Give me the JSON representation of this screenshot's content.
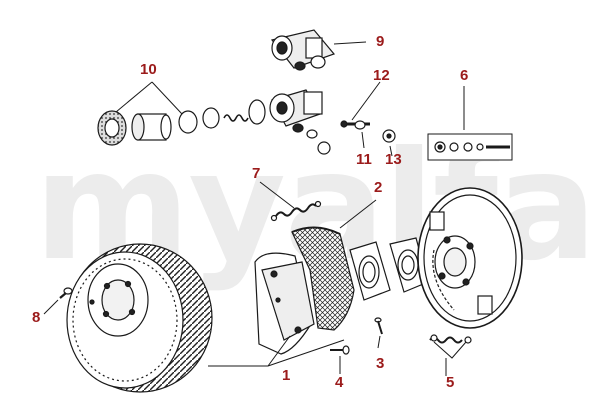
{
  "diagram": {
    "title": "Rear brake drum assembly exploded view",
    "watermark": "myalfa",
    "accent_color": "#9b1b1b",
    "line_color": "#1a1a1a",
    "callouts": [
      {
        "id": "c1",
        "label": "1",
        "part": "brake-drum"
      },
      {
        "id": "c2",
        "label": "2",
        "part": "brake-shoe-lining"
      },
      {
        "id": "c3",
        "label": "3",
        "part": "backing-plate-screw"
      },
      {
        "id": "c4",
        "label": "4",
        "part": "shoe-retaining-pin"
      },
      {
        "id": "c5",
        "label": "5",
        "part": "hold-down-spring-kit"
      },
      {
        "id": "c6",
        "label": "6",
        "part": "bleeder-screw-kit"
      },
      {
        "id": "c7",
        "label": "7",
        "part": "shoe-return-spring"
      },
      {
        "id": "c8",
        "label": "8",
        "part": "drum-screw"
      },
      {
        "id": "c9",
        "label": "9",
        "part": "wheel-cylinder"
      },
      {
        "id": "c10",
        "label": "10",
        "part": "wheel-cylinder-seal-kit"
      },
      {
        "id": "c11",
        "label": "11",
        "part": "bleeder-valve"
      },
      {
        "id": "c12",
        "label": "12",
        "part": "bleeder-cap"
      },
      {
        "id": "c13",
        "label": "13",
        "part": "nut"
      }
    ]
  }
}
